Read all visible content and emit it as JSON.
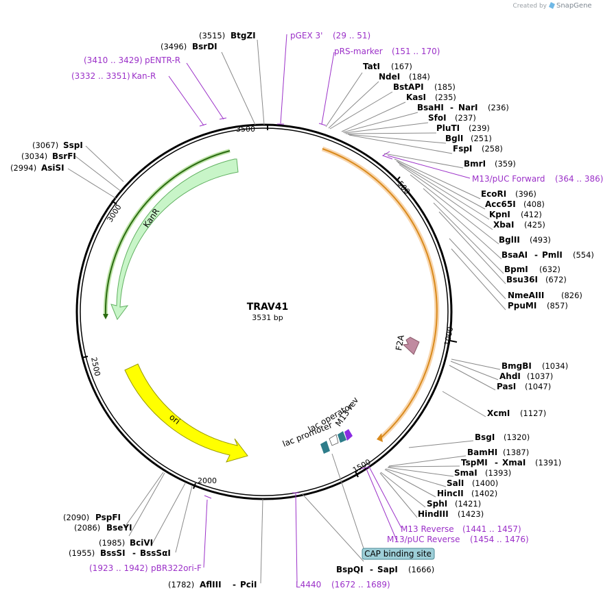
{
  "brand": {
    "created_by": "Created by",
    "name": "SnapGene"
  },
  "plasmid": {
    "name": "TRAV41",
    "length": "3531 bp"
  },
  "ticks": [
    "500",
    "1000",
    "1500",
    "2000",
    "2500",
    "3000",
    "3500"
  ],
  "features": {
    "kanr": "KanR",
    "ori": "ori",
    "f2a": "F2A",
    "lac_operator": "lac operator",
    "lac_promoter": "lac promoter",
    "m13_rev": "M13 rev",
    "cap": "CAP binding site"
  },
  "enzymes": {
    "btgzi": {
      "pos": "(3515)",
      "name": "BtgZI"
    },
    "bsrdi": {
      "pos": "(3496)",
      "name": "BsrDI"
    },
    "tati": {
      "name": "TatI",
      "pos": "(167)"
    },
    "ndei": {
      "name": "NdeI",
      "pos": "(184)"
    },
    "bstapi": {
      "name": "BstAPI",
      "pos": "(185)"
    },
    "kasi": {
      "name": "KasI",
      "pos": "(235)"
    },
    "bsahi": {
      "name": "BsaHI",
      "name2": "NarI",
      "pos": "(236)"
    },
    "sfoi": {
      "name": "SfoI",
      "pos": "(237)"
    },
    "pluti": {
      "name": "PluTI",
      "pos": "(239)"
    },
    "bgli": {
      "name": "BglI",
      "pos": "(251)"
    },
    "fspi": {
      "name": "FspI",
      "pos": "(258)"
    },
    "bmri": {
      "name": "BmrI",
      "pos": "(359)"
    },
    "ecori": {
      "name": "EcoRI",
      "pos": "(396)"
    },
    "acc65i": {
      "name": "Acc65I",
      "pos": "(408)"
    },
    "kpni": {
      "name": "KpnI",
      "pos": "(412)"
    },
    "xbai": {
      "name": "XbaI",
      "pos": "(425)"
    },
    "bglii": {
      "name": "BglII",
      "pos": "(493)"
    },
    "bsaai": {
      "name": "BsaAI",
      "name2": "PmlI",
      "pos": "(554)"
    },
    "bpmi": {
      "name": "BpmI",
      "pos": "(632)"
    },
    "bsu36i": {
      "name": "Bsu36I",
      "pos": "(672)"
    },
    "nmeaiii": {
      "name": "NmeAIII",
      "pos": "(826)"
    },
    "ppumi": {
      "name": "PpuMI",
      "pos": "(857)"
    },
    "bmgbi": {
      "name": "BmgBI",
      "pos": "(1034)"
    },
    "ahdi": {
      "name": "AhdI",
      "pos": "(1037)"
    },
    "pasi": {
      "name": "PasI",
      "pos": "(1047)"
    },
    "xcmi": {
      "name": "XcmI",
      "pos": "(1127)"
    },
    "bsgi": {
      "name": "BsgI",
      "pos": "(1320)"
    },
    "bamhi": {
      "name": "BamHI",
      "pos": "(1387)"
    },
    "tspmi": {
      "name": "TspMI",
      "name2": "XmaI",
      "pos": "(1391)"
    },
    "smai": {
      "name": "SmaI",
      "pos": "(1393)"
    },
    "sali": {
      "name": "SalI",
      "pos": "(1400)"
    },
    "hincii": {
      "name": "HincII",
      "pos": "(1402)"
    },
    "sphi": {
      "name": "SphI",
      "pos": "(1421)"
    },
    "hindiii": {
      "name": "HindIII",
      "pos": "(1423)"
    },
    "bspqi": {
      "name": "BspQI",
      "name2": "SapI",
      "pos": "(1666)"
    },
    "afliii": {
      "pos": "(1782)",
      "name": "AflIII",
      "name2": "PciI"
    },
    "pspfi": {
      "pos": "(2090)",
      "name": "PspFI"
    },
    "bseyi": {
      "pos": "(2086)",
      "name": "BseYI"
    },
    "bcivi": {
      "pos": "(1985)",
      "name": "BciVI"
    },
    "bsssi": {
      "pos": "(1955)",
      "name": "BssSI",
      "name2": "BssSαI"
    },
    "sspi": {
      "pos": "(3067)",
      "name": "SspI"
    },
    "bsrfi": {
      "pos": "(3034)",
      "name": "BsrFI"
    },
    "asisi": {
      "pos": "(2994)",
      "name": "AsiSI"
    }
  },
  "primers": {
    "pgex3": {
      "name": "pGEX 3'",
      "range": "(29 .. 51)"
    },
    "prs": {
      "name": "pRS-marker",
      "range": "(151 .. 170)"
    },
    "pentr": {
      "range": "(3410 .. 3429)",
      "name": "pENTR-R"
    },
    "kanr_p": {
      "range": "(3332 .. 3351)",
      "name": "Kan-R"
    },
    "m13puc_fwd": {
      "name": "M13/pUC Forward",
      "range": "(364 .. 386)"
    },
    "m13_reverse": {
      "name": "M13 Reverse",
      "range": "(1441 .. 1457)"
    },
    "m13puc_rev": {
      "name": "M13/pUC Reverse",
      "range": "(1454 .. 1476)"
    },
    "pbr322": {
      "range": "(1923 .. 1942)",
      "name": "pBR322ori-F"
    },
    "l4440": {
      "name": "L4440",
      "range": "(1672 .. 1689)"
    }
  },
  "colors": {
    "primer": "#9b30c8",
    "kanr": "#c8f5c8",
    "ori": "#ffff00",
    "insert": "#f2b46b",
    "f2a": "#c08aa0",
    "promoter": "#2e7d8a",
    "cap_bg": "#9ecfd8"
  }
}
